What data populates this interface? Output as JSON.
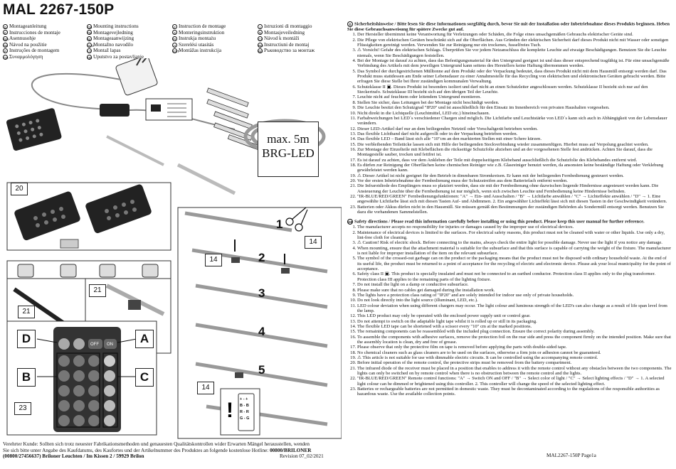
{
  "title": "MAL 2267-150P",
  "languages": [
    {
      "code": "D",
      "text": "Montageanleitung"
    },
    {
      "code": "GB",
      "text": "Mounting instructions"
    },
    {
      "code": "F",
      "text": "Instruction de montage"
    },
    {
      "code": "I",
      "text": "Istruzioni di montaggio"
    },
    {
      "code": "E",
      "text": "Instrucciones de montaje"
    },
    {
      "code": "DK",
      "text": "Montagevejledning"
    },
    {
      "code": "S",
      "text": "Monteringsinstruktion"
    },
    {
      "code": "N",
      "text": "Montasjeveiledning"
    },
    {
      "code": "BIH",
      "text": "Asennusohje"
    },
    {
      "code": "NL",
      "text": "Montageaanwijzing"
    },
    {
      "code": "PL",
      "text": "Instrukja montażu"
    },
    {
      "code": "CZ",
      "text": "Návod k montáži"
    },
    {
      "code": "SK",
      "text": "Návod na použitie"
    },
    {
      "code": "SLO",
      "text": "Montažno navodilo"
    },
    {
      "code": "H",
      "text": "Szerelési utasitás"
    },
    {
      "code": "RO",
      "text": "Instructiuni de montaj"
    },
    {
      "code": "P",
      "text": "Instruções de montagem"
    },
    {
      "code": "LT",
      "text": "Montaž lapas"
    },
    {
      "code": "EST",
      "text": "Montäžas instrukcija"
    },
    {
      "code": "BG",
      "text": "Ръководство за монтаж"
    },
    {
      "code": "GR",
      "text": "Συναρμολόγηση"
    },
    {
      "code": "HR",
      "text": "Uputstvo za postavljanje"
    }
  ],
  "diagram": {
    "callout_line1": "max. 5m",
    "callout_line2": "BRG-LED",
    "label_20": "20",
    "label_21a": "21",
    "label_21b": "21",
    "label_14a": "14",
    "label_14b": "14",
    "label_14c": "14",
    "label_23": "23",
    "steps": [
      "1",
      "2",
      "3",
      "4",
      "5"
    ],
    "remote_keys": [
      "A",
      "B",
      "C",
      "D"
    ],
    "remote_btn_off": "OFF",
    "remote_btn_on": "ON",
    "plug_lines": [
      "+ - +",
      "B - B",
      "R - R",
      "G - G"
    ]
  },
  "footer": {
    "line1": "Verehrter Kunde: Sollten sich trotz neuester Fabrikationsmethoden und genauesten Qualitätskontrollen wider Erwarten Mängel herausstellen, wenden",
    "line2": "Sie sich bitte unter Angabe des Kaufdatums, des Kaufortes und der Artikelnummer des Produktes an folgende kostenlose Hotline:",
    "line2_bold": "00800/BRILONER",
    "line3_bold": "(00800/27456637) Briloner Leuchten / Im Kissen 2 / 59929 Brilon",
    "revision": "Revision 07_02/2021"
  },
  "de": {
    "heading": "Sicherheitshinweise / Bitte lesen Sie diese Informationen sorgfältig durch, bevor Sie mit der Installation oder Inbetriebnahme dieses Produkts beginnen. Heben Sie diese Gebrauchsanweisung für spätere Zwecke gut auf.",
    "items": [
      "Der Hersteller übernimmt keine Verantwortung für Verletzungen oder Schäden, die Folge eines unsachgemäßen Gebrauchs elektrischer Geräte sind.",
      "Die Pflege von elektrischen Geräten beschränkt sich auf die Oberflächen. Aus Gründen der elektrischen Sicherheit darf dieses Produkt nicht mit Wasser oder sonstigen Flüssigkeiten gereinigt werden. Verwenden Sie zur Reinigung nur ein trockenes, fusselfreies Tuch.",
      "⚠ Vorsicht! Gefahr des elektrischen Schlags. Überprüfen Sie vor jedem Netzanschluss die komplette Leuchte auf etwaige Beschädigungen. Benutzen Sie die Leuchte niemals, wenn Sie Beschädigungen feststellen.",
      "Bei der Montage ist darauf zu achten, dass das Befestigungsmaterial für den Untergrund geeignet ist und dass dieser entsprechend tragfähig ist. Für eine unsachgemäße Verbindung des Artikels mit dem jeweiligen Untergrund kann seitens des Herstellers keine Haftung übernommen werden.",
      "Das Symbol der durchgestrichenen Mülltonne auf dem Produkt oder der Verpackung bedeutet, dass dieses Produkt nicht mit dem Hausmüll entsorgt werden darf. Das Produkt muss stattdessen am Ende seiner Lebensdauer zu einer Annahmestelle für das Recycling von elektrischen und elektronischen Geräten gebracht werden. Bitte erfragen Sie diese Stelle bei Ihrer zuständigen kommunalen Verwaltung.",
      "Schutzklasse II ▣. Dieses Produkt ist besonders isoliert und darf nicht an einen Schutzleiter angeschlossen werden. Schutzklasse II bezieht sich nur auf den Steckertrafo. Schutzklasse III bezieht sich auf den übrigen Teil der Leuchte.",
      "Leuchte nicht auf feuchtem oder leitendem Untergrund montieren.",
      "Stellen Sie sicher, dass Leitungen bei der Montage nicht beschädigt werden.",
      "Die Leuchte besitzt den Schutzgrad \"IP20\" und ist ausschließlich für den Einsatz im Innenbereich von privaten Haushalten vorgesehen.",
      "Nicht direkt in die Lichtquelle (Leuchtmittel, LED etc.) hineinschauen.",
      "Farbabweichungen bei LED´s verschiedener Chargen sind möglich. Die Lichtfarbe und Leuchtstärke von LED´s kann sich auch in Abhängigkeit von der Lebensdauer verändern.",
      "Dieser LED-Artikel darf nur an dem beiliegenden Netzteil oder Vorschaltgerät betrieben werden.",
      "Das flexible Lichtband darf nicht aufgerollt oder in der Verpackung betrieben werden.",
      "Das flexible LED – Band lässt sich alle \"10\"cm an den markierten Stellen mit einer Schere kürzen.",
      "Die verbleibenden Teilstücke lassen sich mit Hilfe der beiliegenden Steckverbindung wieder zusammenfügen. Hierbei muss auf Verpolung geachtet werden.",
      "Zur Montage der Einzelteile mit Klebeflächen die rückseitige Schutzfolie abziehen und an der vorgesehenen Stelle fest andrücken. Achten Sie darauf, dass die Montagestelle sauber, trocken und fettfrei ist.",
      "Es ist darauf zu achten, dass vor dem Ankleben der Teile mit doppelseitigem Klebeband ausschließlich die Schutzfolie des Klebebandes entfernt wird.",
      "Es dürfen zur Reinigung der Oberflächen keine chemischen Reiniger wie z.B. Glasreiniger benutzt werden, da ansonsten keine beständige Haftung oder Verklebung gewährleistet werden kann.",
      "⚠ Dieser Artikel ist nicht geeignet für den Betrieb in dimmbaren Stromkreisen. Er kann mit der beiliegenden Fernbedienung gesteuert werden.",
      "Vor der ersten Inbetriebnahme der Fernbedienung muss der Schutzstreifen aus dem Batteriefach entfernt werden.",
      "Die Infrarotdiode des Empfängers muss so platziert werden, dass sie mit der Fernbedienung ohne dazwischen liegende Hindernisse angesteuert werden kann. Die Ansteuerung der Leuchte über die Fernbedienung ist nur möglich, wenn sich zwischen Leuchte und Fernbedienung keine Hindernisse befinden.",
      "\"IR-BLUE/RED/GREEN\" Fernbedienungsfunktionen: \"A\" → Ein- und Ausschalten / \"B\" → Lichtfarbe anwählen / \"C\" → Lichteffekte anwählen / \"D\" → 1. Eine angewählte Lichtfarbe lässt sich mit diesen Tasten Auf- und Abdimmen. 2. Ein angewählter Lichteffekt lässt sich mit diesen Tasten in der Geschwindigkeit verändern.",
      "Batterien oder Akkus dürfen nicht in den Hausmüll. Sie müssen gemäß den Bestimmungen der zuständigen Behörden als Sondermüll entsorgt werden. Benutzen Sie dazu die vorhandenen Sammelstellen."
    ]
  },
  "gb": {
    "heading": "Safety directions / Please read this information carefully before installing or using this product. Please keep this user manual for further reference.",
    "items": [
      "The manufacturer accepts no responsibility for injuries or damages caused by the improper use of electrical devices.",
      "Maintenance of electrical devices is limited to the surfaces. For electrical safety reasons, this product must not be cleaned with water or other liquids. Use only a dry, lint-free cloth for cleaning.",
      "⚠ Caution! Risk of electric shock. Before connecting to the mains, always check the entire light for possible damage. Never use the light if you notice any damage.",
      "When mounting, ensure that the attachment material is suitable for the subsurface and that this surface is capable of carrying the weight of the fixture. The manufacturer is not liable for improper installation of the item on the relevant subsurface.",
      "The symbol of the crossed-out garbage can on the product or the packaging means that the product must not be disposed with ordinary household waste. At the end of its useful life, the product must be returned to a point of acceptance for the recycling of electric and electronic device. Please ask your local municipality for the point of acceptance.",
      "Safety class II ▣. This product is specially insulated and must not be connected to an earthed conductor. Protection class II applies only to the plug transformer. Protection class III applies to the remaining parts of the lighting fixture.",
      "Do not install the light on a damp or conductive subsurface.",
      "Please make sure that no cables get damaged during the installation work.",
      "The lights have a protection class rating of \"IP20\" and are solely intended for indoor use only of private households.",
      "Do not look directly into the light source (illuminant, LED, etc.).",
      "LED colour deviation when using different chargers may occur. The light colour and luminous strength of the LED's can also change as a result of life span level from the lamp.",
      "This LED product may only be operated with the enclosed power supply unit or control gear.",
      "Do not attempt to switch on the adaptable light tape whilst it is rolled up or still in its packaging.",
      "The flexible LED tape can be shortened with a scissor every \"10\" cm at the marked positions.",
      "The remaining components can be reassembled with the included plug connection. Ensure the correct polarity during assembly.",
      "To assemble the components with adhesive surfaces, remove the protection foil on the rear side and press the component firmly on the intended position. Make sure that the assembly location is clean, dry and free of grease.",
      "Please observe that only the protective film on tape is removed before applying the parts with double-sided tape.",
      "No chemical cleaners such as glass cleaners are to be used on the surfaces, otherwise a firm join or adhesion cannot be guaranteed.",
      "⚠ This article is not suitable for use with dimmable electric circuits. It can be controlled using the accompanying remote control.",
      "Before initial operation of the remote control, the protective strips must be removed from the battery compartment.",
      "The infrared diode of the receiver must be placed in a position that enables to address it with the remote control without any obstacles between the two components. The lights can only be switched on by remote control when there is no obstruction between the remote control and the lights.",
      "\"IR-BLUE/RED/GREEN\" Remote control functions: \"A\" → Switch ON and OFF / \"B\" → Select color of light / \"C\" → Select lighting effects / \"D\" → 1. A selected light colour can be dimmed or brightened using this controller. 2. This controller will change the speed of the selected lighting effect.",
      "Batteries or rechargeable batteries are not permitted in domestic waste. They must be decontaminated according to the regulations of the responsible authorities as hazardous waste. Use the available collection points."
    ]
  },
  "page_ref": "MAL2267-150P Page1a"
}
